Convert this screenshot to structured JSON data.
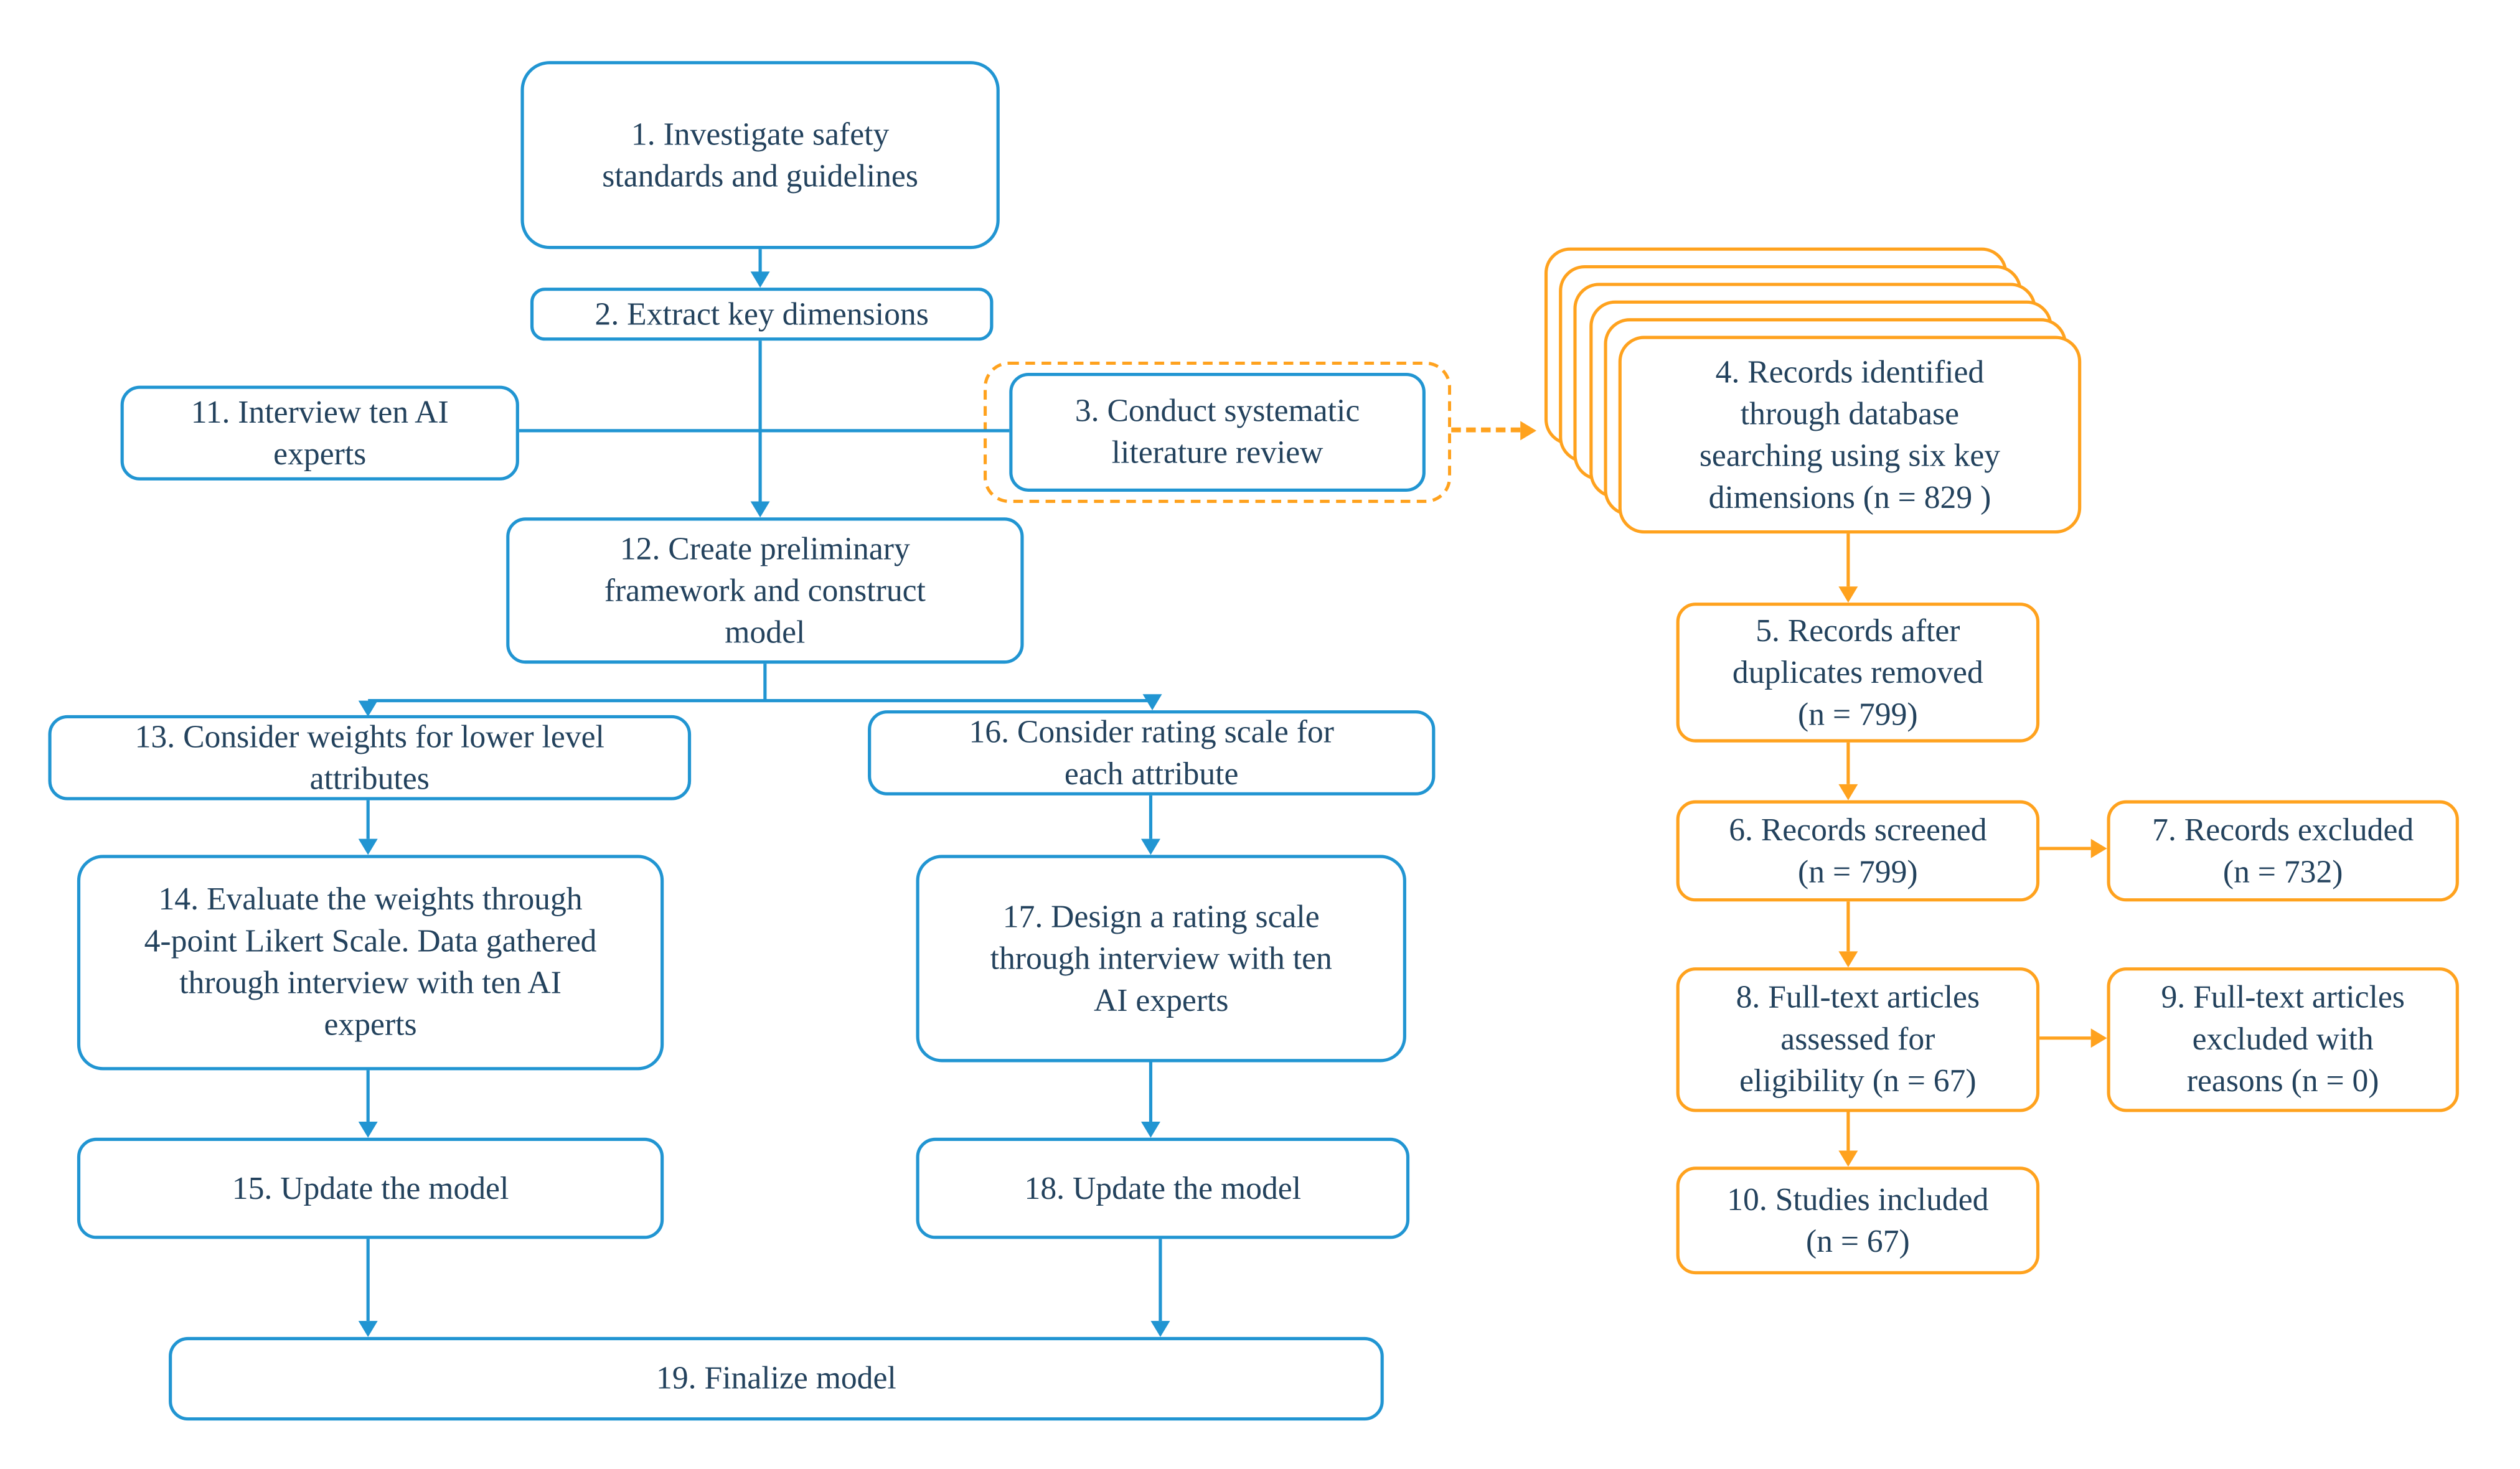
{
  "diagram": {
    "colors": {
      "blue": "#2195d2",
      "orange": "#ffa21e",
      "text": "#23425d",
      "background": "#ffffff"
    },
    "nodes": {
      "n1": {
        "label": "1. Investigate safety\nstandards and guidelines"
      },
      "n2": {
        "label": "2. Extract key dimensions"
      },
      "n11": {
        "label": "11. Interview ten AI\nexperts"
      },
      "n3": {
        "label": "3. Conduct systematic\nliterature review"
      },
      "n4": {
        "label": "4. Records identified\nthrough database\nsearching using six key\ndimensions (n = 829 )"
      },
      "n12": {
        "label": "12. Create preliminary\nframework and construct\nmodel"
      },
      "n13": {
        "label": "13. Consider weights for lower level\nattributes"
      },
      "n16": {
        "label": "16. Consider rating scale for\neach attribute"
      },
      "n14": {
        "label": "14. Evaluate the weights through\n4-point Likert Scale. Data gathered\nthrough interview with ten AI\nexperts"
      },
      "n17": {
        "label": "17. Design a rating scale\nthrough interview with ten\nAI experts"
      },
      "n15": {
        "label": "15. Update the model"
      },
      "n18": {
        "label": "18. Update the model"
      },
      "n19": {
        "label": "19. Finalize model"
      },
      "n5": {
        "label": "5. Records after\nduplicates removed\n(n = 799)"
      },
      "n6": {
        "label": "6. Records screened\n(n = 799)"
      },
      "n7": {
        "label": "7. Records excluded\n(n = 732)"
      },
      "n8": {
        "label": "8. Full-text articles\nassessed for\neligibility (n = 67)"
      },
      "n9": {
        "label": "9. Full-text articles\nexcluded with\nreasons (n = 0)"
      },
      "n10": {
        "label": "10. Studies included\n(n = 67)"
      }
    },
    "edges": [
      {
        "from": "n1",
        "to": "n2",
        "style": "solid-blue-arrow"
      },
      {
        "from": "n2",
        "to": "n12",
        "style": "solid-blue-arrow"
      },
      {
        "from": "n11",
        "to": "n3",
        "style": "solid-blue-line"
      },
      {
        "from": "n3",
        "to": "n4",
        "style": "dashed-orange-arrow"
      },
      {
        "from": "n12",
        "to": "n13",
        "style": "solid-blue-arrow"
      },
      {
        "from": "n12",
        "to": "n16",
        "style": "solid-blue-arrow"
      },
      {
        "from": "n13",
        "to": "n14",
        "style": "solid-blue-arrow"
      },
      {
        "from": "n14",
        "to": "n15",
        "style": "solid-blue-arrow"
      },
      {
        "from": "n15",
        "to": "n19",
        "style": "solid-blue-arrow"
      },
      {
        "from": "n16",
        "to": "n17",
        "style": "solid-blue-arrow"
      },
      {
        "from": "n17",
        "to": "n18",
        "style": "solid-blue-arrow"
      },
      {
        "from": "n18",
        "to": "n19",
        "style": "solid-blue-arrow"
      },
      {
        "from": "n4",
        "to": "n5",
        "style": "solid-orange-arrow"
      },
      {
        "from": "n5",
        "to": "n6",
        "style": "solid-orange-arrow"
      },
      {
        "from": "n6",
        "to": "n7",
        "style": "solid-orange-arrow"
      },
      {
        "from": "n6",
        "to": "n8",
        "style": "solid-orange-arrow"
      },
      {
        "from": "n8",
        "to": "n9",
        "style": "solid-orange-arrow"
      },
      {
        "from": "n8",
        "to": "n10",
        "style": "solid-orange-arrow"
      }
    ]
  }
}
